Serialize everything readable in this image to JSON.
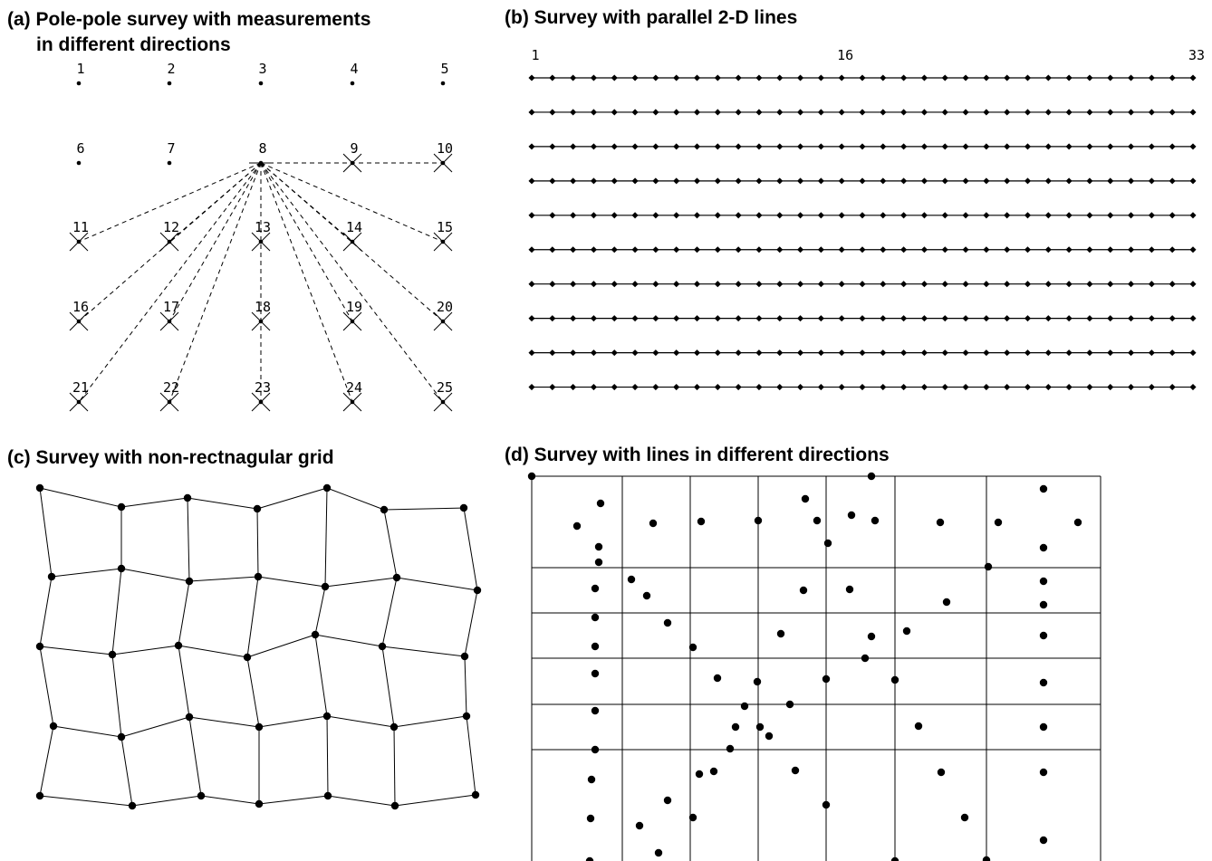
{
  "panels": {
    "a": {
      "title_line1": "(a) Pole-pole survey with measurements",
      "title_line2": "in different directions",
      "electrode_labels": [
        "1",
        "2",
        "3",
        "4",
        "5",
        "6",
        "7",
        "8",
        "9",
        "10",
        "11",
        "12",
        "13",
        "14",
        "15",
        "16",
        "17",
        "18",
        "19",
        "20",
        "21",
        "22",
        "23",
        "24",
        "25"
      ],
      "source_electrode": "8",
      "measured_electrodes": [
        "9",
        "10",
        "11",
        "12",
        "13",
        "14",
        "15",
        "16",
        "17",
        "18",
        "19",
        "20",
        "21",
        "22",
        "23",
        "24",
        "25"
      ]
    },
    "b": {
      "title": "(b) Survey with parallel 2-D lines",
      "axis_labels": [
        "1",
        "16",
        "33"
      ],
      "line_count": 10,
      "electrodes_per_line": 33
    },
    "c": {
      "title": "(c) Survey with non-rectnagular grid"
    },
    "d": {
      "title": "(d) Survey with lines in different directions"
    }
  },
  "colors": {
    "ink": "#000000",
    "background": "#ffffff"
  }
}
